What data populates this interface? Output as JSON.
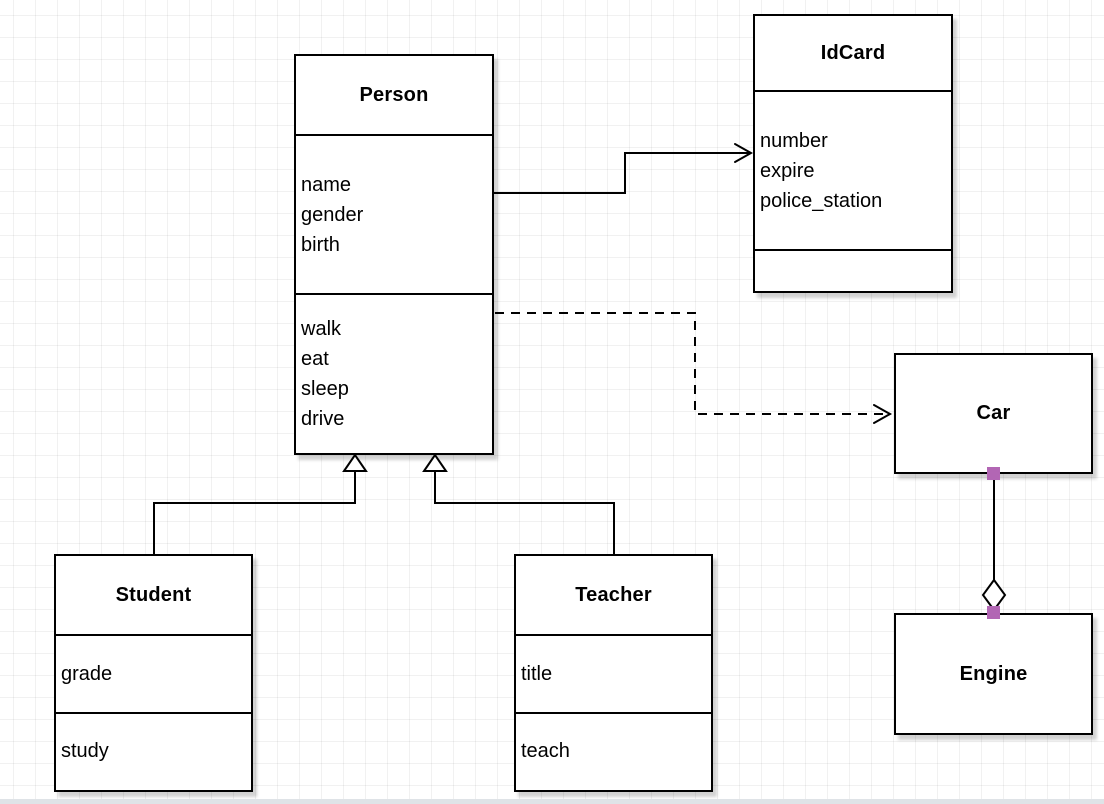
{
  "diagram": {
    "type": "uml-class-diagram",
    "classes": [
      {
        "name": "Person",
        "attributes": [
          "name",
          "gender",
          "birth"
        ],
        "methods": [
          "walk",
          "eat",
          "sleep",
          "drive"
        ]
      },
      {
        "name": "IdCard",
        "attributes": [
          "number",
          "expire",
          "police_station"
        ],
        "methods": []
      },
      {
        "name": "Car",
        "attributes": [],
        "methods": []
      },
      {
        "name": "Engine",
        "attributes": [],
        "methods": []
      },
      {
        "name": "Student",
        "attributes": [
          "grade"
        ],
        "methods": [
          "study"
        ]
      },
      {
        "name": "Teacher",
        "attributes": [
          "title"
        ],
        "methods": [
          "teach"
        ]
      }
    ],
    "relationships": [
      {
        "from": "Person",
        "to": "IdCard",
        "type": "association",
        "line": "solid",
        "arrowhead": "open-arrow"
      },
      {
        "from": "Person",
        "to": "Car",
        "type": "dependency",
        "line": "dashed",
        "arrowhead": "open-arrow"
      },
      {
        "from": "Student",
        "to": "Person",
        "type": "generalization",
        "line": "solid",
        "arrowhead": "hollow-triangle"
      },
      {
        "from": "Teacher",
        "to": "Person",
        "type": "generalization",
        "line": "solid",
        "arrowhead": "hollow-triangle"
      },
      {
        "from": "Car",
        "to": "Engine",
        "type": "aggregation",
        "line": "solid",
        "arrowhead": "hollow-diamond"
      }
    ],
    "colors": {
      "stroke": "#000000",
      "box_fill": "#ffffff",
      "endpoint_marker": "#b266b4",
      "canvas_bg": "#ffffff",
      "grid_line": "#f1f1f1"
    }
  }
}
